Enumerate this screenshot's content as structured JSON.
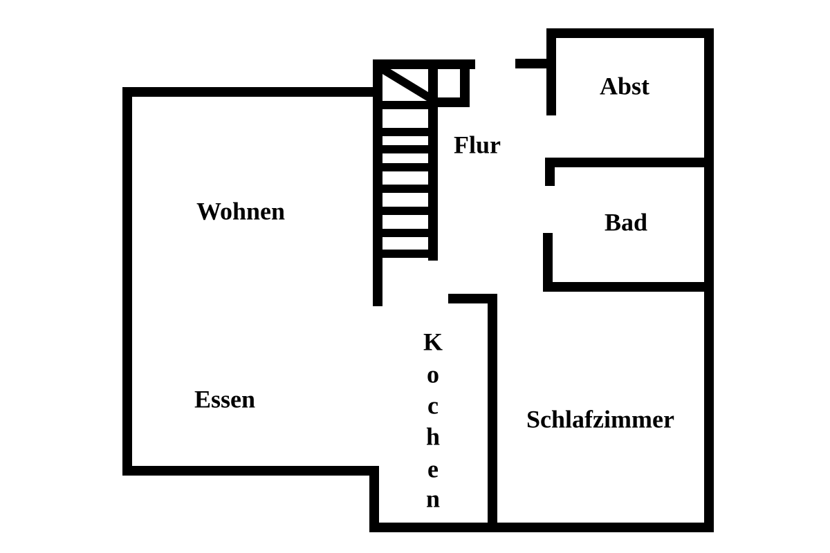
{
  "rooms": {
    "abst": "Abst",
    "flur": "Flur",
    "wohnen": "Wohnen",
    "bad": "Bad",
    "essen": "Essen",
    "schlafzimmer": "Schlafzimmer",
    "kochen": [
      "K",
      "o",
      "c",
      "h",
      "e",
      "n"
    ]
  },
  "stair_treads": 8
}
